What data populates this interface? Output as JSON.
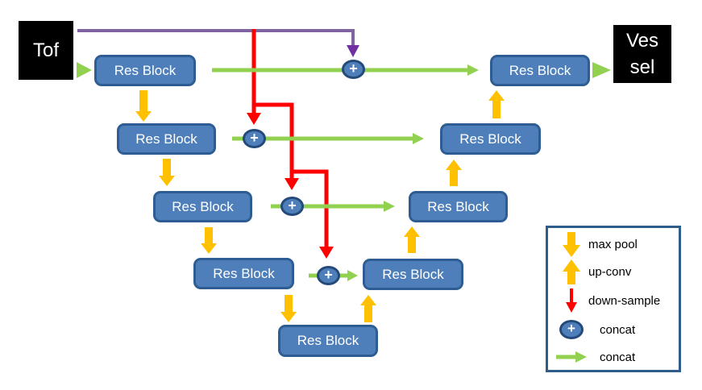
{
  "colors": {
    "block-fill": "#4E7FBA",
    "block-border": "#2E5D93",
    "concat-border": "#244A7A",
    "legend-border": "#2E5D8C",
    "yellow": "#FFC000",
    "red": "#FF0000",
    "green": "#92D050",
    "purple": "#8064A2",
    "purple-dark": "#7030A0",
    "terminal-bg": "#000000"
  },
  "terminals": {
    "input": {
      "label": "Tof"
    },
    "output": {
      "line1": "Ves",
      "line2": "sel"
    }
  },
  "res_blocks": [
    {
      "id": "encoder-1",
      "label": "Res Block"
    },
    {
      "id": "encoder-2",
      "label": "Res Block"
    },
    {
      "id": "encoder-3",
      "label": "Res Block"
    },
    {
      "id": "encoder-4",
      "label": "Res Block"
    },
    {
      "id": "bottleneck",
      "label": "Res Block"
    },
    {
      "id": "decoder-4",
      "label": "Res Block"
    },
    {
      "id": "decoder-3",
      "label": "Res Block"
    },
    {
      "id": "decoder-2",
      "label": "Res Block"
    },
    {
      "id": "decoder-1",
      "label": "Res Block"
    }
  ],
  "concat": {
    "symbol": "+"
  },
  "legend": {
    "items": [
      {
        "icon": "max-pool-arrow",
        "label": "max pool"
      },
      {
        "icon": "up-conv-arrow",
        "label": "up-conv"
      },
      {
        "icon": "down-sample-arrow",
        "label": "down-sample"
      },
      {
        "icon": "concat-plus",
        "label": "concat"
      },
      {
        "icon": "concat-arrow",
        "label": "concat"
      }
    ]
  }
}
